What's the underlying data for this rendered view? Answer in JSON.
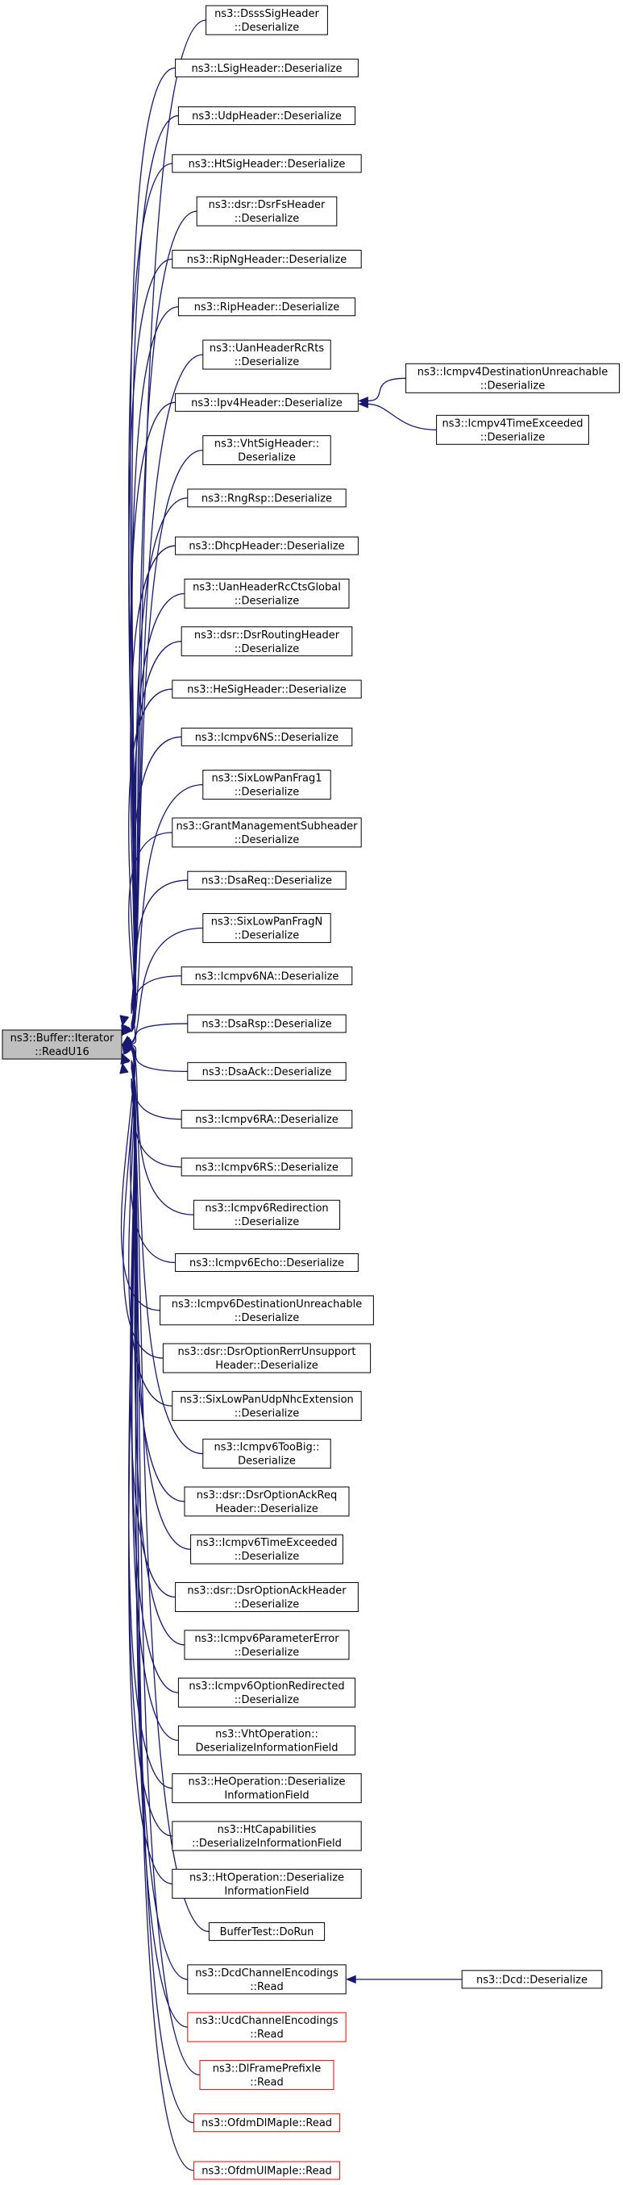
{
  "colors": {
    "edge": "#191970",
    "node_border": "#000000",
    "truncated_border": "#ff0000",
    "focus_fill": "#bfbfbf"
  },
  "root": {
    "lines": [
      "ns3::Buffer::Iterator",
      "::ReadU16"
    ]
  },
  "callers": [
    {
      "lines": [
        "ns3::DsssSigHeader",
        "::Deserialize"
      ]
    },
    {
      "lines": [
        "ns3::LSigHeader::Deserialize"
      ]
    },
    {
      "lines": [
        "ns3::UdpHeader::Deserialize"
      ]
    },
    {
      "lines": [
        "ns3::HtSigHeader::Deserialize"
      ]
    },
    {
      "lines": [
        "ns3::dsr::DsrFsHeader",
        "::Deserialize"
      ]
    },
    {
      "lines": [
        "ns3::RipNgHeader::Deserialize"
      ]
    },
    {
      "lines": [
        "ns3::RipHeader::Deserialize"
      ]
    },
    {
      "lines": [
        "ns3::UanHeaderRcRts",
        "::Deserialize"
      ]
    },
    {
      "lines": [
        "ns3::Ipv4Header::Deserialize"
      ],
      "children": [
        {
          "lines": [
            "ns3::Icmpv4DestinationUnreachable",
            "::Deserialize"
          ]
        },
        {
          "lines": [
            "ns3::Icmpv4TimeExceeded",
            "::Deserialize"
          ]
        }
      ]
    },
    {
      "lines": [
        "ns3::VhtSigHeader::",
        "Deserialize"
      ]
    },
    {
      "lines": [
        "ns3::RngRsp::Deserialize"
      ]
    },
    {
      "lines": [
        "ns3::DhcpHeader::Deserialize"
      ]
    },
    {
      "lines": [
        "ns3::UanHeaderRcCtsGlobal",
        "::Deserialize"
      ]
    },
    {
      "lines": [
        "ns3::dsr::DsrRoutingHeader",
        "::Deserialize"
      ]
    },
    {
      "lines": [
        "ns3::HeSigHeader::Deserialize"
      ]
    },
    {
      "lines": [
        "ns3::Icmpv6NS::Deserialize"
      ]
    },
    {
      "lines": [
        "ns3::SixLowPanFrag1",
        "::Deserialize"
      ]
    },
    {
      "lines": [
        "ns3::GrantManagementSubheader",
        "::Deserialize"
      ]
    },
    {
      "lines": [
        "ns3::DsaReq::Deserialize"
      ]
    },
    {
      "lines": [
        "ns3::SixLowPanFragN",
        "::Deserialize"
      ]
    },
    {
      "lines": [
        "ns3::Icmpv6NA::Deserialize"
      ]
    },
    {
      "lines": [
        "ns3::DsaRsp::Deserialize"
      ]
    },
    {
      "lines": [
        "ns3::DsaAck::Deserialize"
      ]
    },
    {
      "lines": [
        "ns3::Icmpv6RA::Deserialize"
      ]
    },
    {
      "lines": [
        "ns3::Icmpv6RS::Deserialize"
      ]
    },
    {
      "lines": [
        "ns3::Icmpv6Redirection",
        "::Deserialize"
      ]
    },
    {
      "lines": [
        "ns3::Icmpv6Echo::Deserialize"
      ]
    },
    {
      "lines": [
        "ns3::Icmpv6DestinationUnreachable",
        "::Deserialize"
      ]
    },
    {
      "lines": [
        "ns3::dsr::DsrOptionRerrUnsupport",
        "Header::Deserialize"
      ]
    },
    {
      "lines": [
        "ns3::SixLowPanUdpNhcExtension",
        "::Deserialize"
      ]
    },
    {
      "lines": [
        "ns3::Icmpv6TooBig::",
        "Deserialize"
      ]
    },
    {
      "lines": [
        "ns3::dsr::DsrOptionAckReq",
        "Header::Deserialize"
      ]
    },
    {
      "lines": [
        "ns3::Icmpv6TimeExceeded",
        "::Deserialize"
      ]
    },
    {
      "lines": [
        "ns3::dsr::DsrOptionAckHeader",
        "::Deserialize"
      ]
    },
    {
      "lines": [
        "ns3::Icmpv6ParameterError",
        "::Deserialize"
      ]
    },
    {
      "lines": [
        "ns3::Icmpv6OptionRedirected",
        "::Deserialize"
      ]
    },
    {
      "lines": [
        "ns3::VhtOperation::",
        "DeserializeInformationField"
      ]
    },
    {
      "lines": [
        "ns3::HeOperation::Deserialize",
        "InformationField"
      ]
    },
    {
      "lines": [
        "ns3::HtCapabilities",
        "::DeserializeInformationField"
      ]
    },
    {
      "lines": [
        "ns3::HtOperation::Deserialize",
        "InformationField"
      ]
    },
    {
      "lines": [
        "BufferTest::DoRun"
      ]
    },
    {
      "lines": [
        "ns3::DcdChannelEncodings",
        "::Read"
      ],
      "children": [
        {
          "lines": [
            "ns3::Dcd::Deserialize"
          ]
        }
      ]
    },
    {
      "lines": [
        "ns3::UcdChannelEncodings",
        "::Read"
      ],
      "truncated": true
    },
    {
      "lines": [
        "ns3::DlFramePrefixIe",
        "::Read"
      ],
      "truncated": true
    },
    {
      "lines": [
        "ns3::OfdmDlMapIe::Read"
      ],
      "truncated": true
    },
    {
      "lines": [
        "ns3::OfdmUlMapIe::Read"
      ],
      "truncated": true
    }
  ]
}
